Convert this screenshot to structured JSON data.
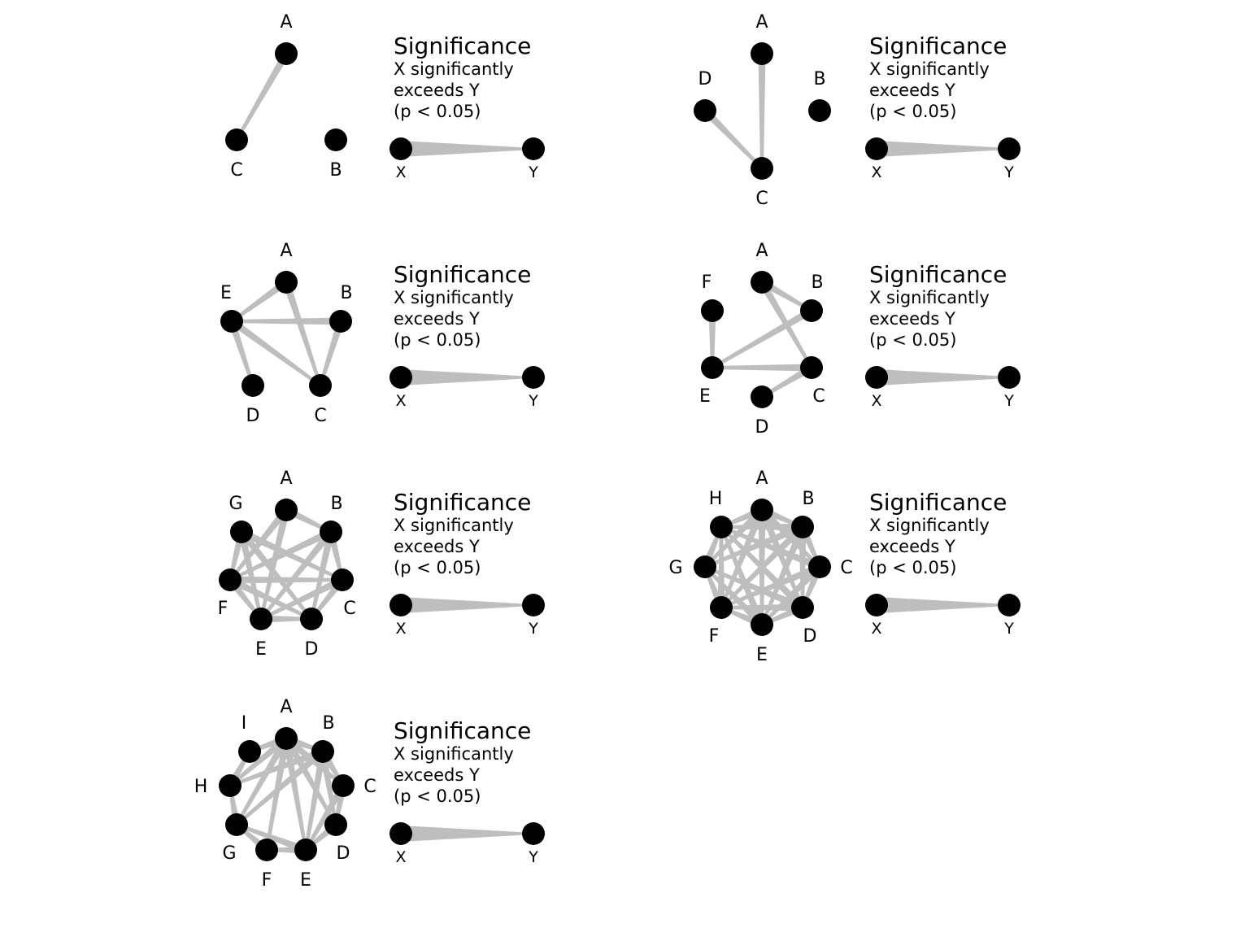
{
  "style": {
    "edge_color": "#bebebe",
    "node_color": "#000000",
    "background": "#ffffff"
  },
  "legend": {
    "title": "Significance",
    "line1": "X significantly",
    "line2": "exceeds Y",
    "line3": "(p < 0.05)",
    "x_label": "X",
    "y_label": "Y"
  },
  "panels": [
    {
      "id": "panel-1",
      "nodes": [
        "A",
        "B",
        "C"
      ],
      "edges": [
        [
          "A",
          "C"
        ]
      ]
    },
    {
      "id": "panel-2",
      "nodes": [
        "A",
        "B",
        "C",
        "D"
      ],
      "edges": [
        [
          "A",
          "C"
        ],
        [
          "D",
          "C"
        ]
      ]
    },
    {
      "id": "panel-3",
      "nodes": [
        "A",
        "B",
        "C",
        "D",
        "E"
      ],
      "edges": [
        [
          "A",
          "C"
        ],
        [
          "A",
          "E"
        ],
        [
          "B",
          "E"
        ],
        [
          "B",
          "C"
        ],
        [
          "E",
          "D"
        ],
        [
          "E",
          "C"
        ]
      ]
    },
    {
      "id": "panel-4",
      "nodes": [
        "A",
        "B",
        "C",
        "D",
        "E",
        "F"
      ],
      "edges": [
        [
          "A",
          "B"
        ],
        [
          "A",
          "C"
        ],
        [
          "B",
          "E"
        ],
        [
          "C",
          "E"
        ],
        [
          "F",
          "E"
        ],
        [
          "C",
          "D"
        ]
      ]
    },
    {
      "id": "panel-5",
      "nodes": [
        "A",
        "B",
        "C",
        "D",
        "E",
        "F",
        "G"
      ],
      "edges": [
        [
          "A",
          "B"
        ],
        [
          "A",
          "F"
        ],
        [
          "A",
          "E"
        ],
        [
          "B",
          "C"
        ],
        [
          "B",
          "E"
        ],
        [
          "B",
          "D"
        ],
        [
          "B",
          "F"
        ],
        [
          "G",
          "F"
        ],
        [
          "G",
          "E"
        ],
        [
          "G",
          "D"
        ],
        [
          "G",
          "C"
        ],
        [
          "F",
          "C"
        ],
        [
          "F",
          "E"
        ],
        [
          "F",
          "D"
        ],
        [
          "C",
          "E"
        ],
        [
          "C",
          "D"
        ],
        [
          "E",
          "D"
        ]
      ]
    },
    {
      "id": "panel-6",
      "nodes": [
        "A",
        "B",
        "C",
        "D",
        "E",
        "F",
        "G",
        "H"
      ],
      "edges": [
        [
          "A",
          "B"
        ],
        [
          "A",
          "C"
        ],
        [
          "A",
          "D"
        ],
        [
          "A",
          "E"
        ],
        [
          "A",
          "F"
        ],
        [
          "A",
          "G"
        ],
        [
          "A",
          "H"
        ],
        [
          "B",
          "C"
        ],
        [
          "B",
          "D"
        ],
        [
          "B",
          "E"
        ],
        [
          "B",
          "F"
        ],
        [
          "B",
          "G"
        ],
        [
          "B",
          "H"
        ],
        [
          "C",
          "D"
        ],
        [
          "C",
          "E"
        ],
        [
          "C",
          "F"
        ],
        [
          "D",
          "E"
        ],
        [
          "D",
          "F"
        ],
        [
          "D",
          "G"
        ],
        [
          "D",
          "H"
        ],
        [
          "E",
          "F"
        ],
        [
          "E",
          "G"
        ],
        [
          "E",
          "H"
        ],
        [
          "F",
          "G"
        ],
        [
          "F",
          "H"
        ],
        [
          "G",
          "H"
        ],
        [
          "C",
          "H"
        ]
      ]
    },
    {
      "id": "panel-7",
      "nodes": [
        "A",
        "B",
        "C",
        "D",
        "E",
        "F",
        "G",
        "H",
        "I"
      ],
      "edges": [
        [
          "A",
          "B"
        ],
        [
          "A",
          "C"
        ],
        [
          "A",
          "D"
        ],
        [
          "A",
          "E"
        ],
        [
          "A",
          "F"
        ],
        [
          "A",
          "G"
        ],
        [
          "A",
          "H"
        ],
        [
          "A",
          "I"
        ],
        [
          "B",
          "C"
        ],
        [
          "B",
          "D"
        ],
        [
          "B",
          "E"
        ],
        [
          "B",
          "G"
        ],
        [
          "B",
          "H"
        ],
        [
          "C",
          "D"
        ],
        [
          "C",
          "E"
        ],
        [
          "D",
          "E"
        ],
        [
          "E",
          "G"
        ],
        [
          "F",
          "G"
        ],
        [
          "G",
          "H"
        ],
        [
          "H",
          "I"
        ],
        [
          "E",
          "F"
        ]
      ]
    }
  ]
}
